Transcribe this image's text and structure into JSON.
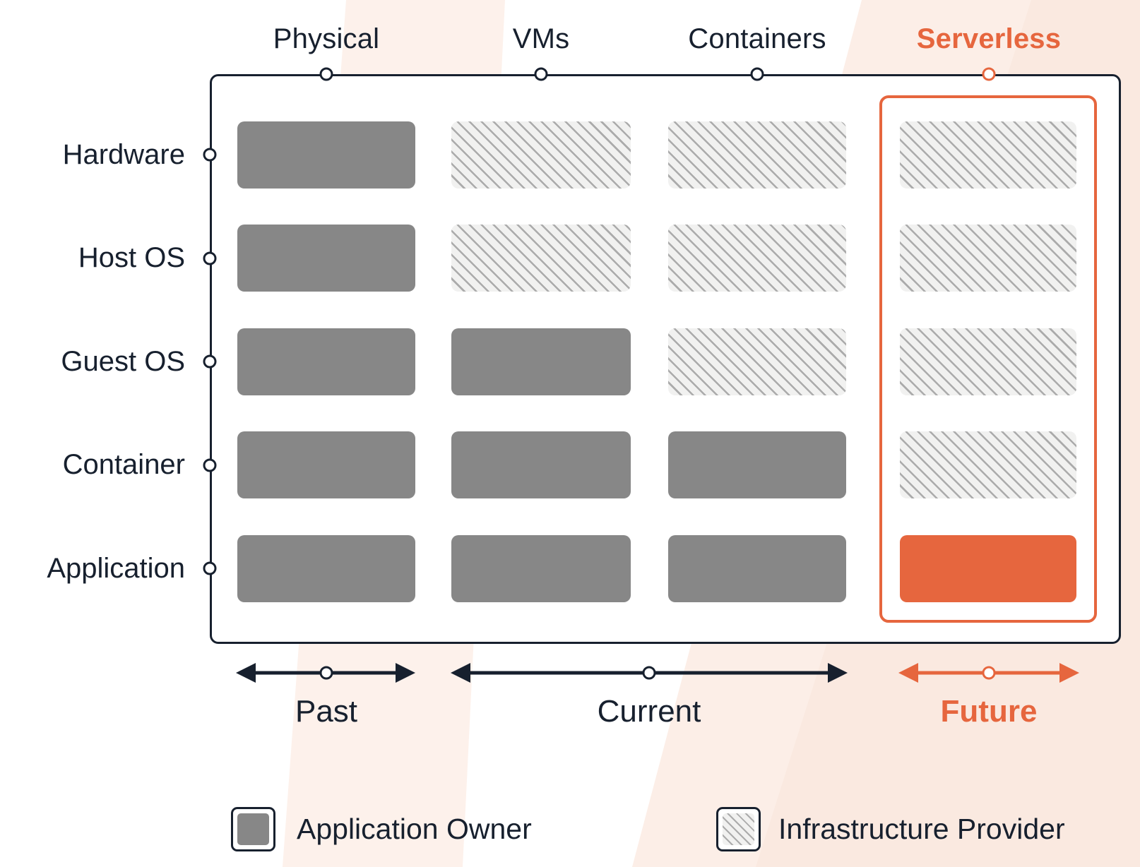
{
  "palette": {
    "dark": "#17202E",
    "orange": "#E6663E",
    "gray": "#878787",
    "stripe_bg": "#F1F1F0",
    "stripe_line": "#ABABAB"
  },
  "columns": [
    {
      "id": "physical",
      "label": "Physical",
      "accent": false
    },
    {
      "id": "vms",
      "label": "VMs",
      "accent": false
    },
    {
      "id": "containers",
      "label": "Containers",
      "accent": false
    },
    {
      "id": "serverless",
      "label": "Serverless",
      "accent": true
    }
  ],
  "rows": [
    {
      "id": "hardware",
      "label": "Hardware"
    },
    {
      "id": "host-os",
      "label": "Host OS"
    },
    {
      "id": "guest-os",
      "label": "Guest OS"
    },
    {
      "id": "container",
      "label": "Container"
    },
    {
      "id": "application",
      "label": "Application"
    }
  ],
  "grid": {
    "cells": [
      [
        "owner",
        "provider",
        "provider",
        "provider"
      ],
      [
        "owner",
        "provider",
        "provider",
        "provider"
      ],
      [
        "owner",
        "owner",
        "provider",
        "provider"
      ],
      [
        "owner",
        "owner",
        "owner",
        "provider"
      ],
      [
        "owner",
        "owner",
        "owner",
        "accent"
      ]
    ]
  },
  "timeline": [
    {
      "id": "past",
      "label": "Past",
      "accent": false
    },
    {
      "id": "current",
      "label": "Current",
      "accent": false
    },
    {
      "id": "future",
      "label": "Future",
      "accent": true
    }
  ],
  "legend": [
    {
      "id": "application-owner",
      "label": "Application Owner",
      "swatch": "owner"
    },
    {
      "id": "infrastructure-provider",
      "label": "Infrastructure Provider",
      "swatch": "provider"
    }
  ]
}
